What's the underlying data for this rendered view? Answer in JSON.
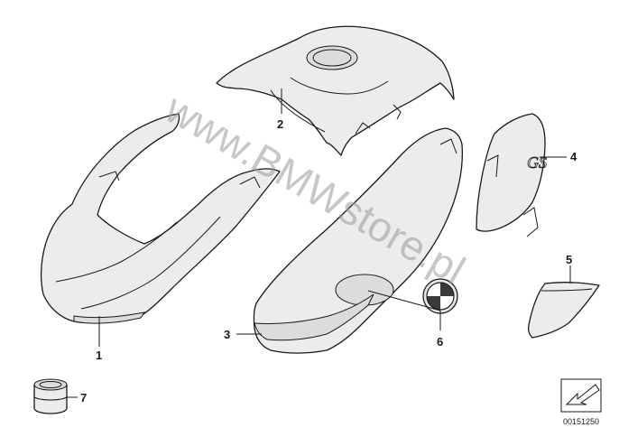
{
  "watermark": "www.BMWstore.pl",
  "diagram_id": "00151250",
  "callouts": {
    "c1": "1",
    "c2": "2",
    "c3": "3",
    "c4": "4",
    "c5": "5",
    "c6": "6",
    "c7": "7"
  }
}
